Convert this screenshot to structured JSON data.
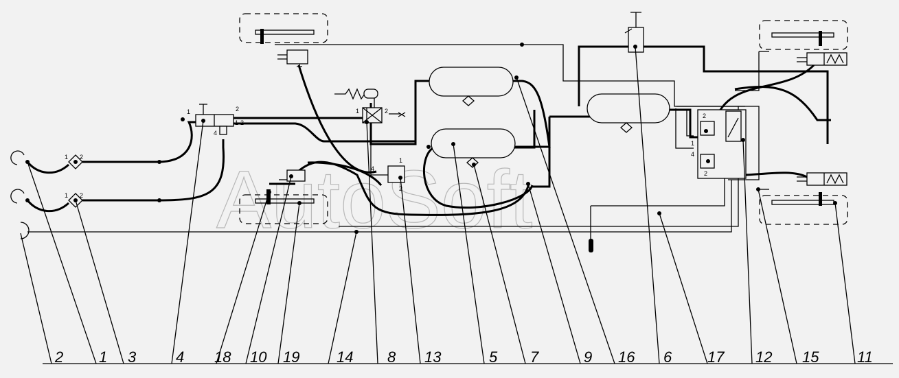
{
  "watermark": "AutoSoft",
  "callouts": [
    "2",
    "1",
    "3",
    "4",
    "18",
    "10",
    "19",
    "14",
    "8",
    "13",
    "5",
    "7",
    "9",
    "16",
    "6",
    "17",
    "12",
    "15",
    "11"
  ],
  "ports": {
    "valve4": [
      "1",
      "2",
      "4",
      "1-2"
    ],
    "valve8": [
      "1",
      "2"
    ],
    "valve13": [
      "1",
      "2",
      "4"
    ],
    "valve12": [
      "2",
      "1",
      "4",
      "2"
    ],
    "filter1": [
      "1",
      "2"
    ],
    "filter3": [
      "1",
      "2"
    ]
  },
  "colors": {
    "background": "#f2f2f2",
    "lines": "#000000",
    "watermark": "#b8b8b8"
  }
}
